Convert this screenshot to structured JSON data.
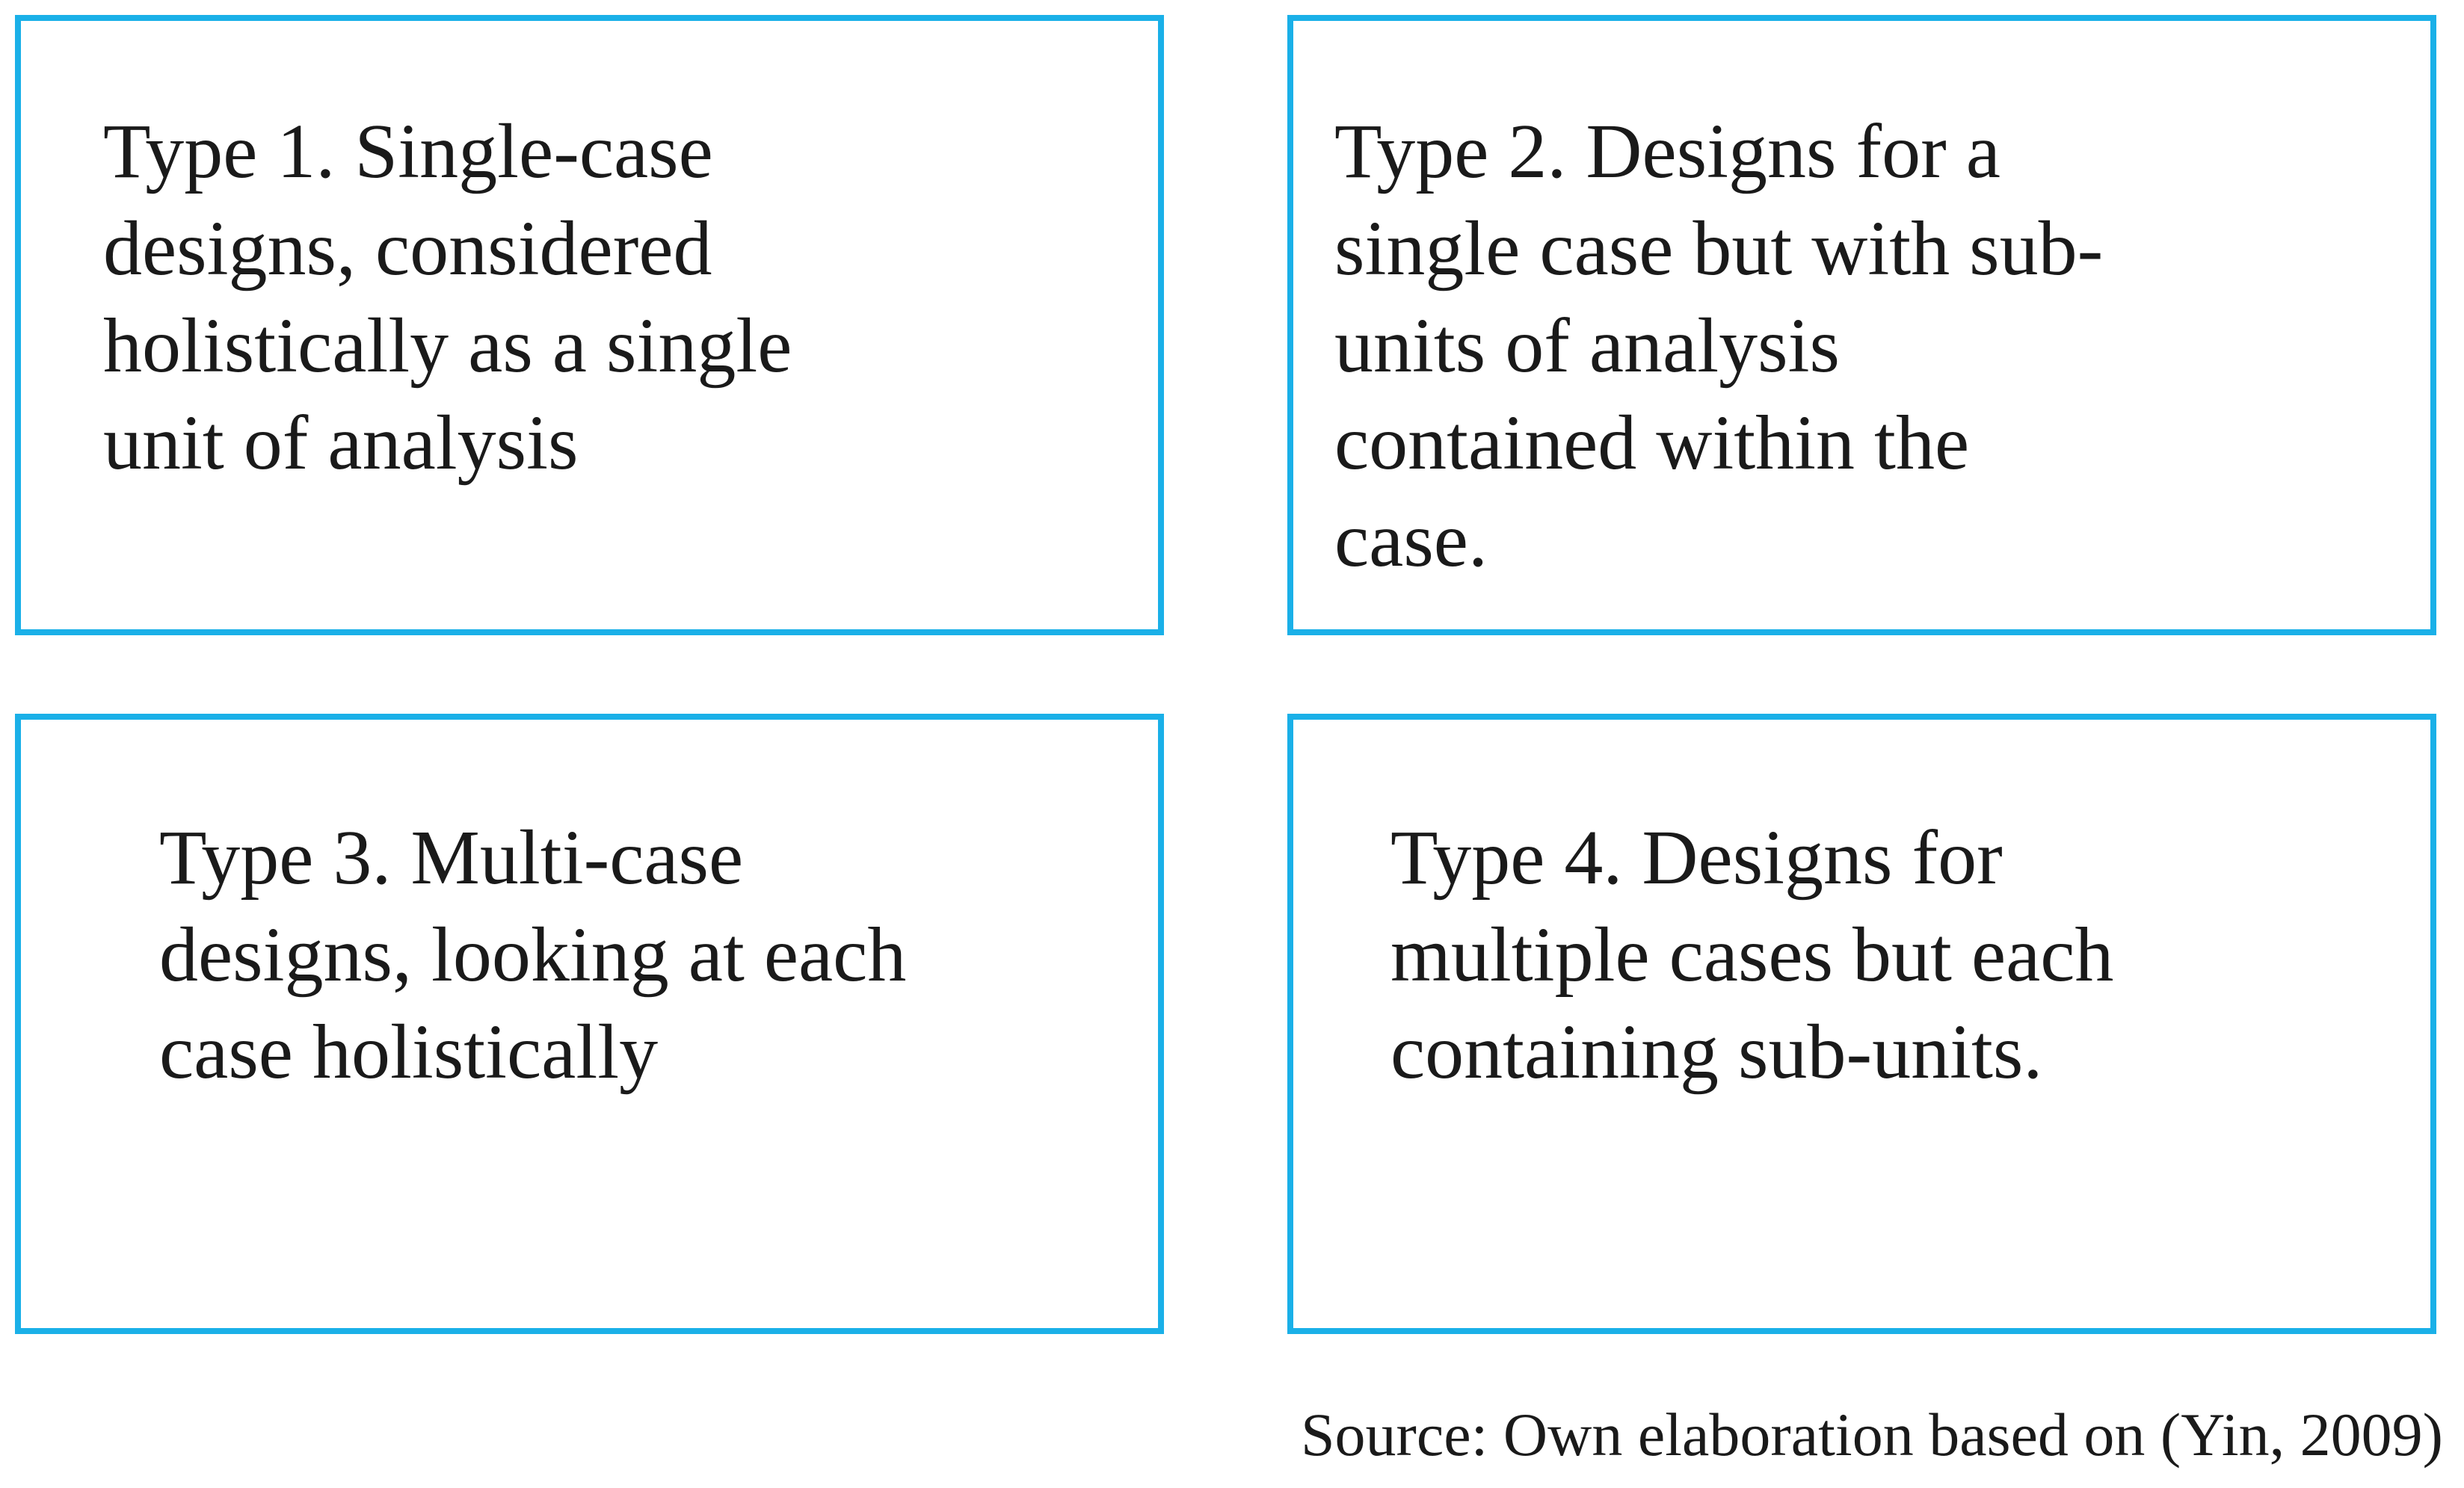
{
  "boxes": [
    {
      "text": "Type 1. Single-case\ndesigns, considered\nholistically as a single\nunit of analysis"
    },
    {
      "text": "Type 2. Designs for a\nsingle case but with sub-\nunits of analysis\ncontained within the\ncase."
    },
    {
      "text": "Type 3. Multi-case\ndesigns, looking at each\ncase holistically"
    },
    {
      "text": "Type 4. Designs for\nmultiple cases but each\ncontaining sub-units."
    }
  ],
  "source": "Source: Own elaboration based on (Yin, 2009)",
  "colors": {
    "border": "#1ab0e8",
    "text": "#1a1a1a",
    "background": "#ffffff"
  }
}
